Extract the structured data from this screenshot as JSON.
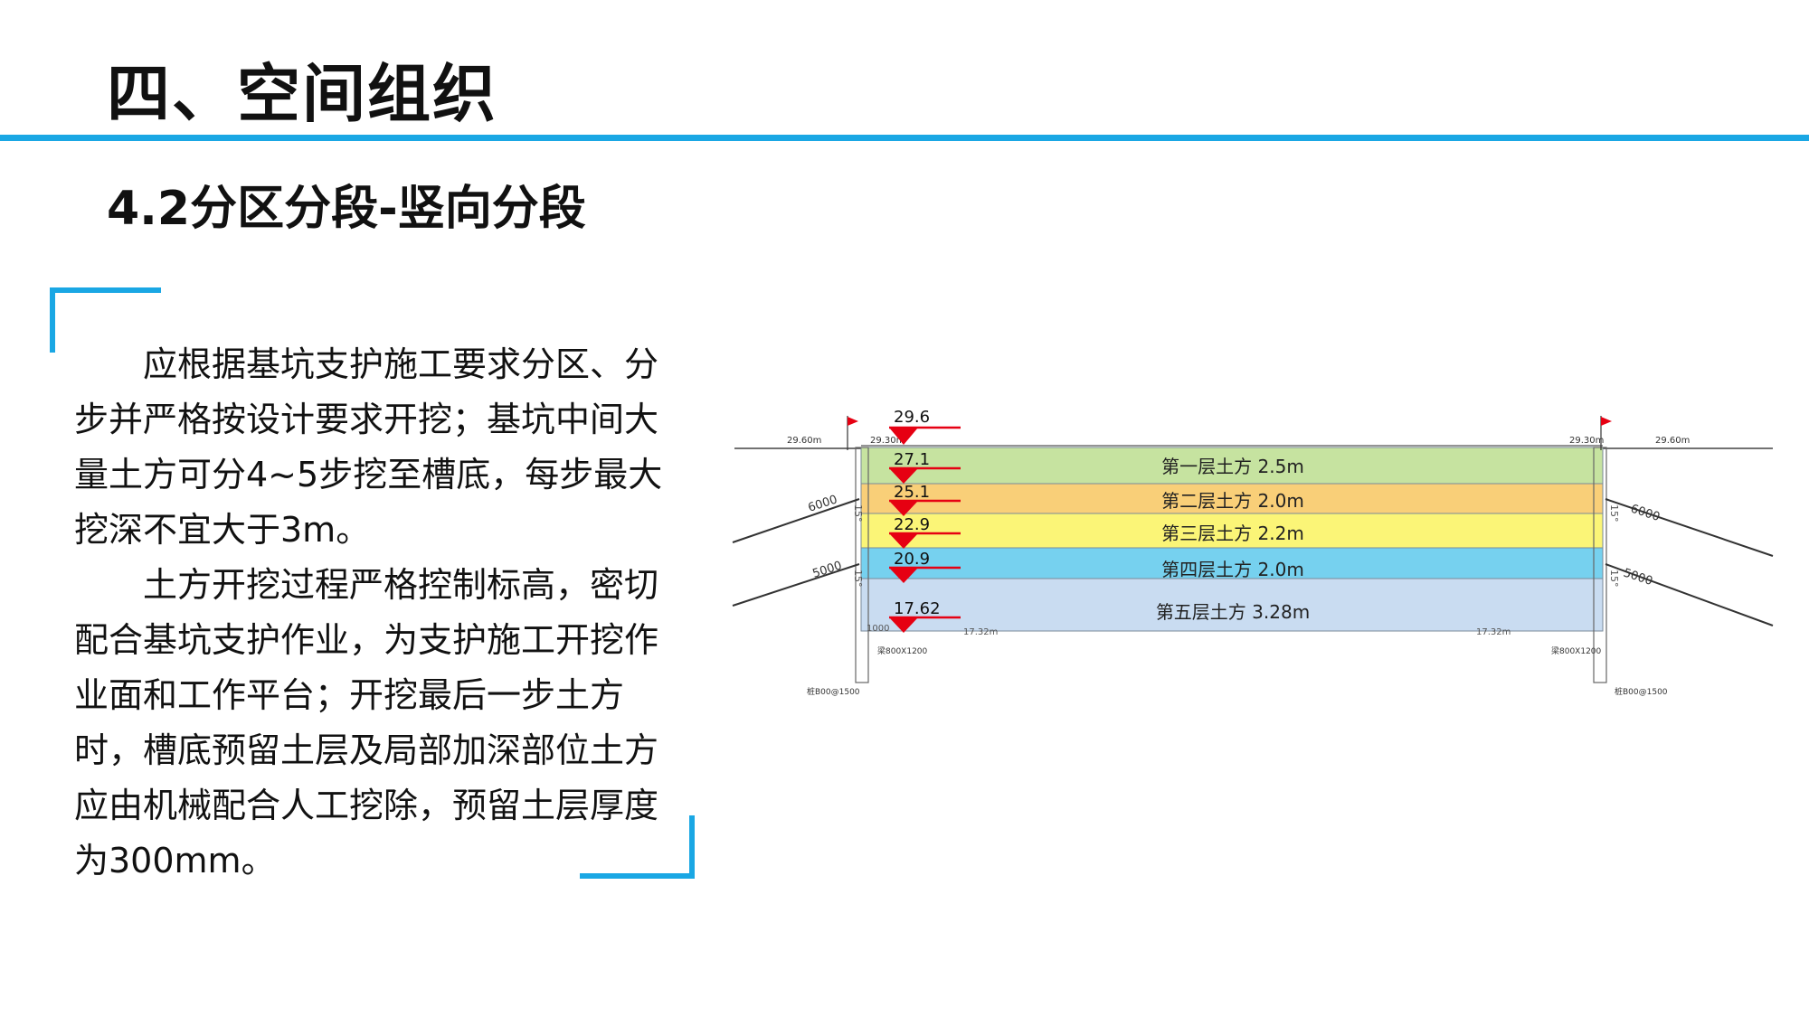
{
  "header": {
    "title": "四、空间组织",
    "subtitle": "4.2分区分段-竖向分段"
  },
  "body": {
    "paragraphs": [
      "应根据基坑支护施工要求分区、分步并严格按设计要求开挖；基坑中间大量土方可分4~5步挖至槽底，每步最大挖深不宜大于3m。",
      "土方开挖过程严格控制标高，密切配合基坑支护作业，为支护施工开挖作业面和工作平台；开挖最后一步土方时，槽底预留土层及局部加深部位土方应由机械配合人工挖除，预留土层厚度为300mm。"
    ]
  },
  "colors": {
    "accent": "#1aa7e4",
    "marker_red": "#e60012",
    "layers": [
      "#c6e3a0",
      "#f9cf78",
      "#fbf577",
      "#76d1ef",
      "#c9dcf1"
    ]
  },
  "diagram": {
    "layers": [
      {
        "label": "第一层土方 2.5m",
        "elevation": "27.1"
      },
      {
        "label": "第二层土方 2.0m",
        "elevation": "25.1"
      },
      {
        "label": "第三层土方 2.2m",
        "elevation": "22.9"
      },
      {
        "label": "第四层土方 2.0m",
        "elevation": "20.9"
      },
      {
        "label": "第五层土方 3.28m",
        "elevation": "17.62"
      }
    ],
    "top_elevation": "29.6",
    "ground_left": "29.60m",
    "ground_right": "29.60m",
    "rim_left": "29.30m",
    "rim_right": "29.30m",
    "bottom_left": "17.32m",
    "bottom_right": "17.32m",
    "anchor_lengths": [
      "6000",
      "6000",
      "5000",
      "5000"
    ],
    "slope_labels": [
      "15°",
      "15°",
      "15°",
      "15°"
    ],
    "pile_left": "桩B00@1500",
    "pile_right": "桩B00@1500",
    "beam_left": "梁800X1200",
    "beam_right": "梁800X1200",
    "small_left": "1000"
  }
}
